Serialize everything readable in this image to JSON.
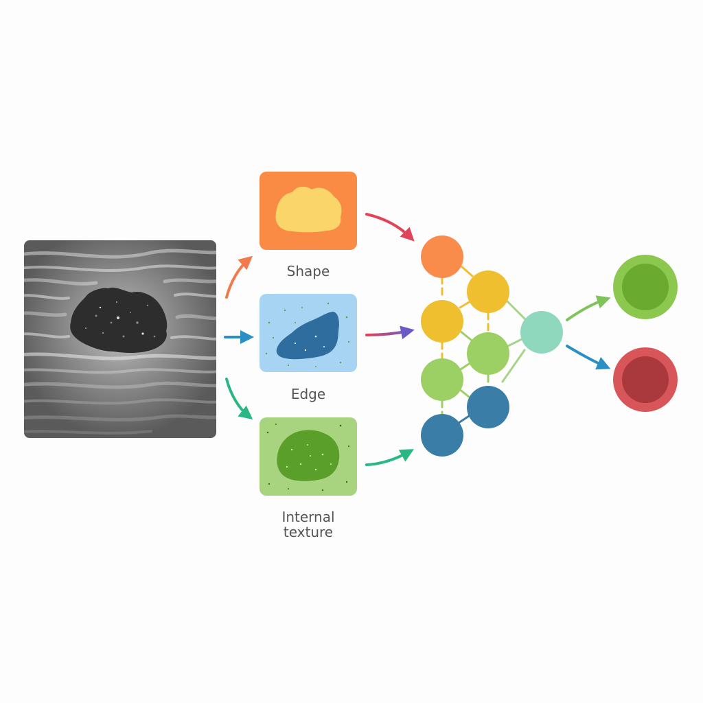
{
  "features": {
    "shape": {
      "label": "Shape",
      "color": "#f98b45",
      "blob_color": "#f9d56a"
    },
    "edge": {
      "label": "Edge",
      "color": "#a6d4f2",
      "blob_color": "#2e6d9e"
    },
    "texture": {
      "label_line1": "Internal",
      "label_line2": "texture",
      "color": "#a9d47f",
      "blob_color": "#5b9f2b"
    }
  },
  "network": {
    "node_colors": [
      "#f98b4b",
      "#efbf2f",
      "#9ccf64",
      "#3a7ea8",
      "#8fd8bd"
    ]
  },
  "outputs": {
    "positive_color": "#6aaa2f",
    "negative_color": "#a9393c"
  },
  "icons": {
    "input": "ultrasound-scan-icon",
    "shape": "shape-feature-icon",
    "edge": "edge-feature-icon",
    "texture": "texture-feature-icon"
  }
}
